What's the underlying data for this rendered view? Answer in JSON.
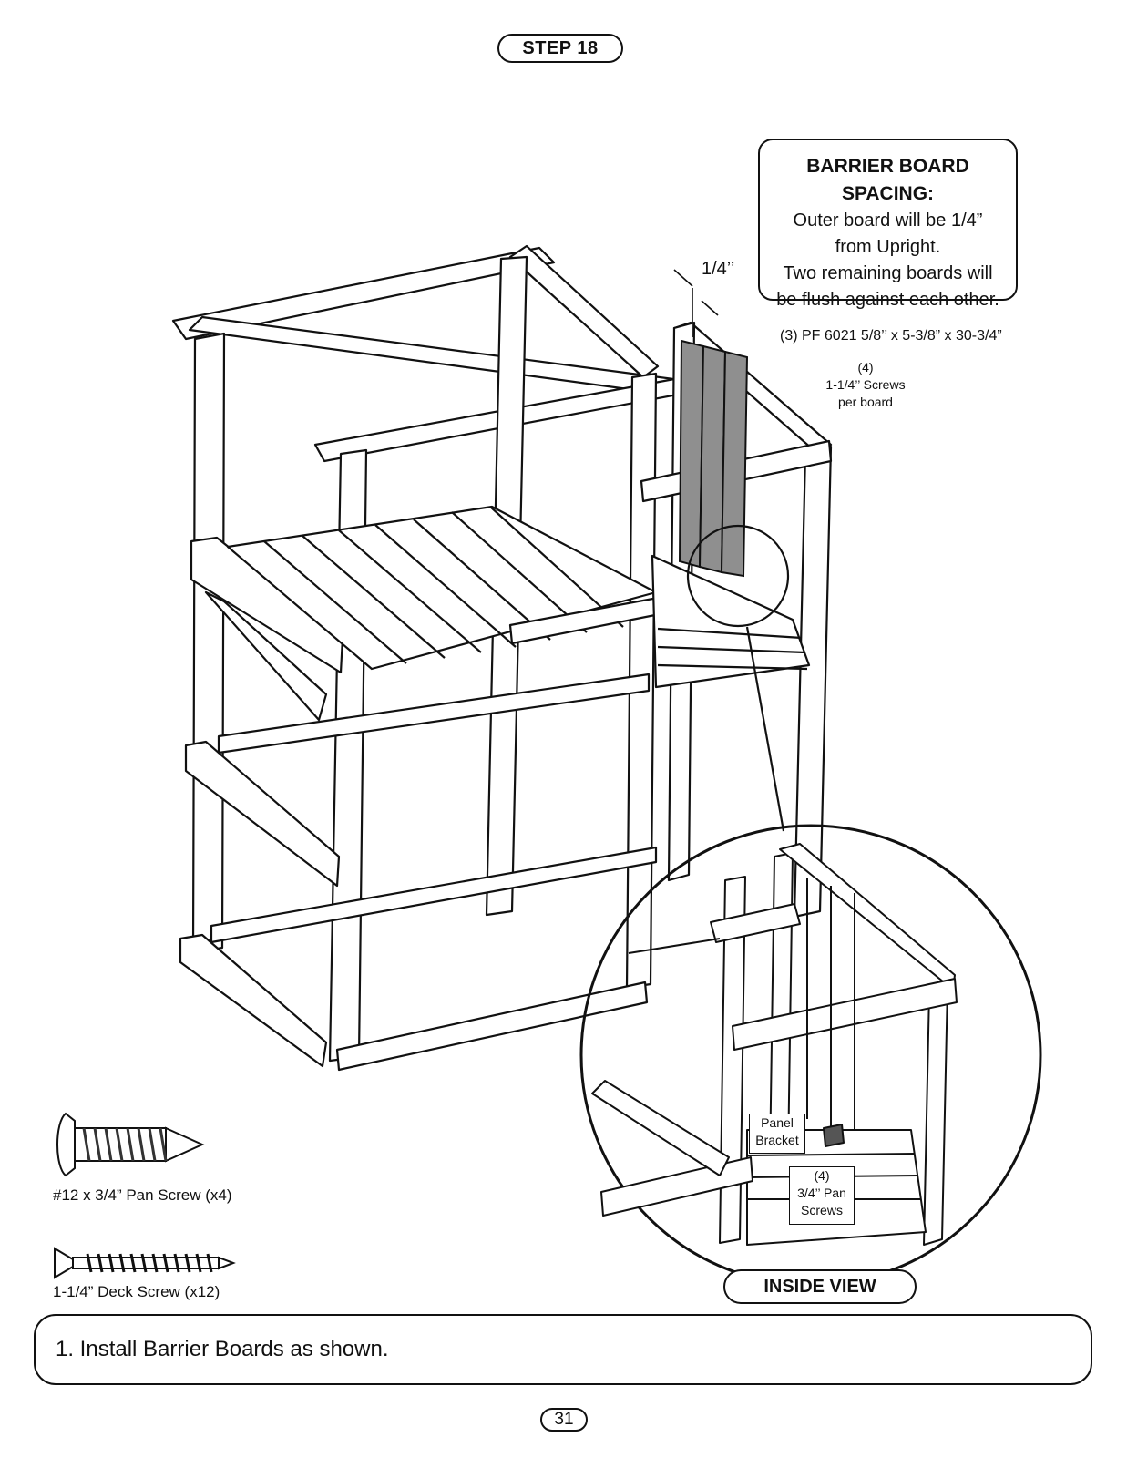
{
  "header": {
    "step_label": "STEP 18"
  },
  "spacing_note": {
    "title": "BARRIER BOARD SPACING:",
    "lines": [
      "Outer board will be 1/4”",
      "from Upright.",
      "Two remaining boards will",
      "be flush against each other."
    ]
  },
  "dimension_label": "1/4’’",
  "part_callout": "(3) PF 6021 5/8’’ x 5-3/8” x 30-3/4”",
  "screw_callout": [
    "(4)",
    "1-1/4’’ Screws",
    "per board"
  ],
  "hardware": [
    {
      "icon": "pan-screw-icon",
      "label": "#12 x 3/4” Pan Screw (x4)"
    },
    {
      "icon": "deck-screw-icon",
      "label": "1-1/4” Deck Screw (x12)"
    }
  ],
  "inside_view": {
    "title": "INSIDE VIEW",
    "panel_bracket": [
      "Panel",
      "Bracket"
    ],
    "pan_screws": [
      "(4)",
      "3/4’’ Pan",
      "Screws"
    ]
  },
  "instructions": [
    "1. Install Barrier Boards as shown."
  ],
  "page_number": "31",
  "colors": {
    "ink": "#111111",
    "barrier_board": "#8f8f8f",
    "paper": "#ffffff"
  }
}
